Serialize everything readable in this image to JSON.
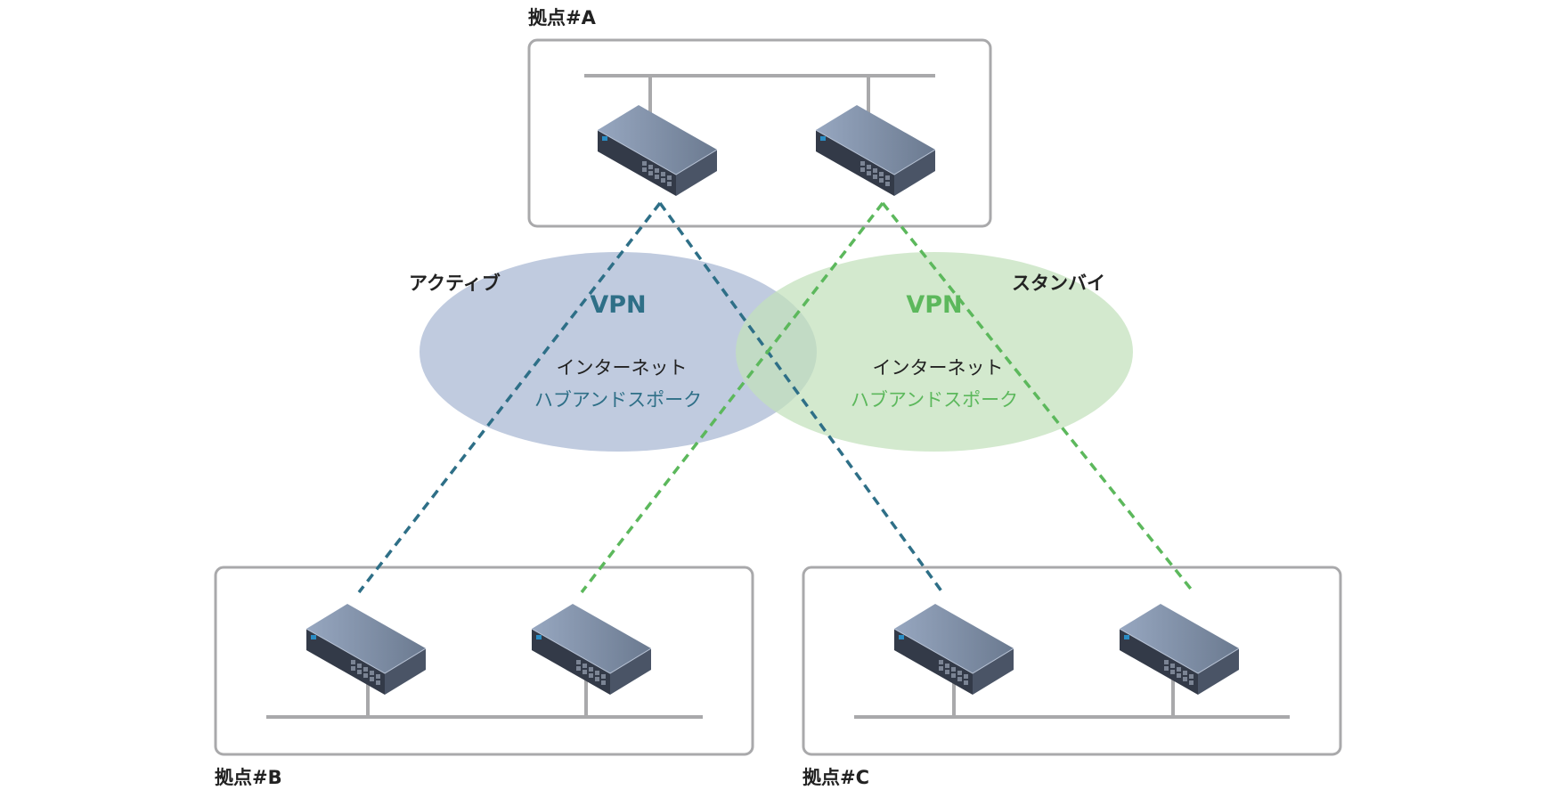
{
  "sites": {
    "a": {
      "label": "拠点#A"
    },
    "b": {
      "label": "拠点#B"
    },
    "c": {
      "label": "拠点#C"
    }
  },
  "active": {
    "label": "アクティブ",
    "vpn": "VPN",
    "network": "インターネット",
    "topology": "ハブアンドスポーク",
    "color": "#2e6f87"
  },
  "standby": {
    "label": "スタンバイ",
    "vpn": "VPN",
    "network": "インターネット",
    "topology": "ハブアンドスポーク",
    "color": "#5cb85c"
  },
  "icons": {
    "device": "network-switch-icon"
  }
}
